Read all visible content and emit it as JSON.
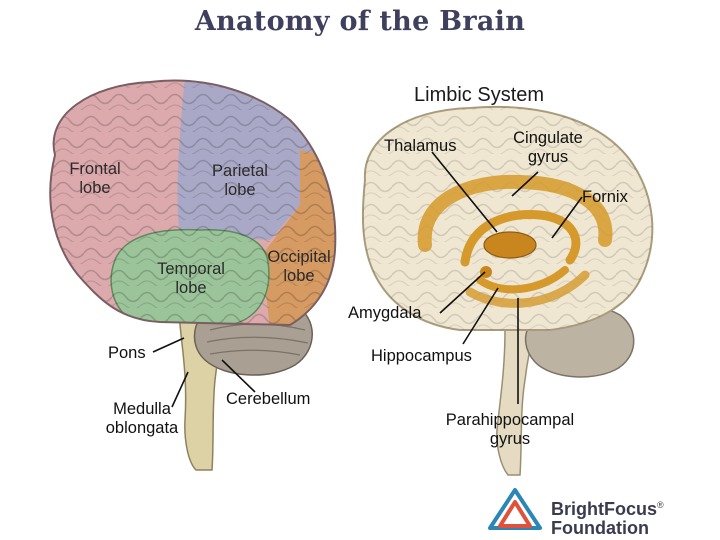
{
  "title": "Anatomy of the Brain",
  "subtitle": "Limbic System",
  "lobes": {
    "frontal": [
      "Frontal",
      "lobe"
    ],
    "parietal": [
      "Parietal",
      "lobe"
    ],
    "temporal": [
      "Temporal",
      "lobe"
    ],
    "occipital": [
      "Occipital",
      "lobe"
    ]
  },
  "left_labels": {
    "pons": "Pons",
    "medulla": [
      "Medulla",
      "oblongata"
    ],
    "cerebellum": "Cerebellum"
  },
  "limbic_labels": {
    "thalamus": "Thalamus",
    "cingulate": [
      "Cingulate",
      "gyrus"
    ],
    "fornix": "Fornix",
    "amygdala": "Amygdala",
    "hippocampus": "Hippocampus",
    "parahippocampal": [
      "Parahippocampal",
      "gyrus"
    ]
  },
  "logo": {
    "line1": "BrightFocus",
    "reg": "®",
    "line2": "Foundation",
    "icon": "triangle-logo-icon"
  },
  "colors": {
    "frontal": "#dca9ad",
    "parietal": "#a9a9c7",
    "temporal": "#9bc49a",
    "occipital": "#d69a63",
    "brainstem": "#ddd2a6",
    "cerebellum": "#a99f92",
    "limbic_brain": "#efe7d2",
    "limbic_structures": "#d69a2c",
    "title": "#3f3f5e"
  }
}
